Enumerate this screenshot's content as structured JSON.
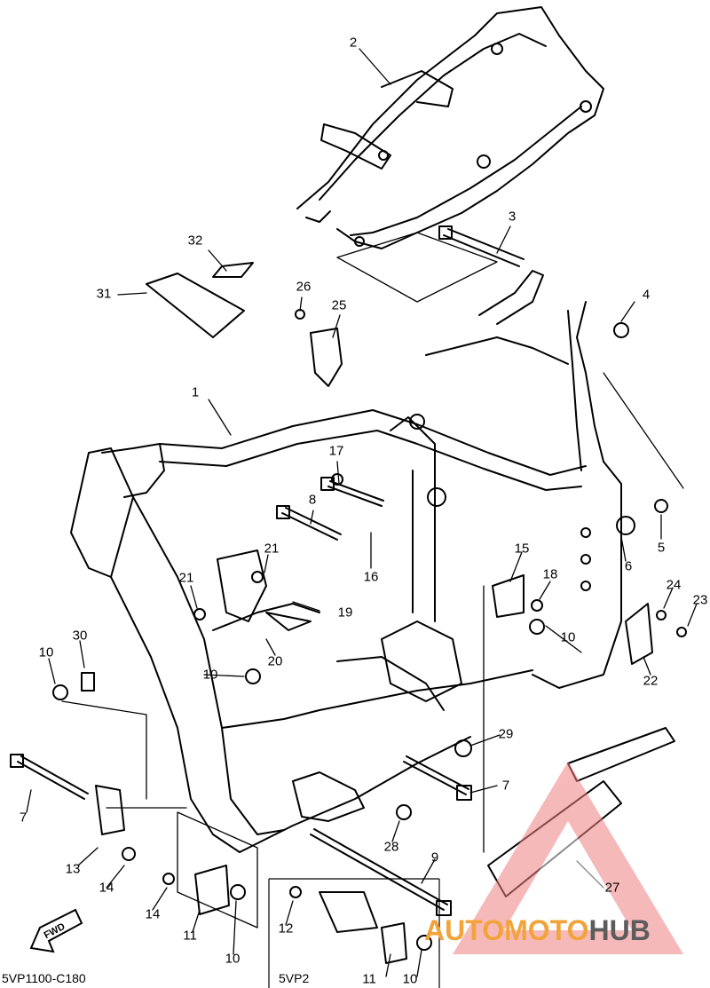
{
  "diagram": {
    "code_left": "5VP1100-C180",
    "code_box": "5VP2",
    "fwd_label": "FWD",
    "watermark": {
      "part1": "AUTO",
      "part2": "MOTO",
      "part3": "HUB",
      "color_accent": "#f2a33a",
      "color_dark": "#5c5c5c",
      "triangle_color": "#f08080"
    },
    "callouts": [
      "1",
      "2",
      "3",
      "4",
      "5",
      "6",
      "7",
      "7",
      "8",
      "9",
      "10",
      "10",
      "10",
      "10",
      "10",
      "11",
      "11",
      "12",
      "13",
      "14",
      "14",
      "15",
      "16",
      "17",
      "18",
      "19",
      "20",
      "21",
      "21",
      "22",
      "23",
      "24",
      "25",
      "26",
      "27",
      "28",
      "29",
      "30",
      "31",
      "32"
    ]
  }
}
